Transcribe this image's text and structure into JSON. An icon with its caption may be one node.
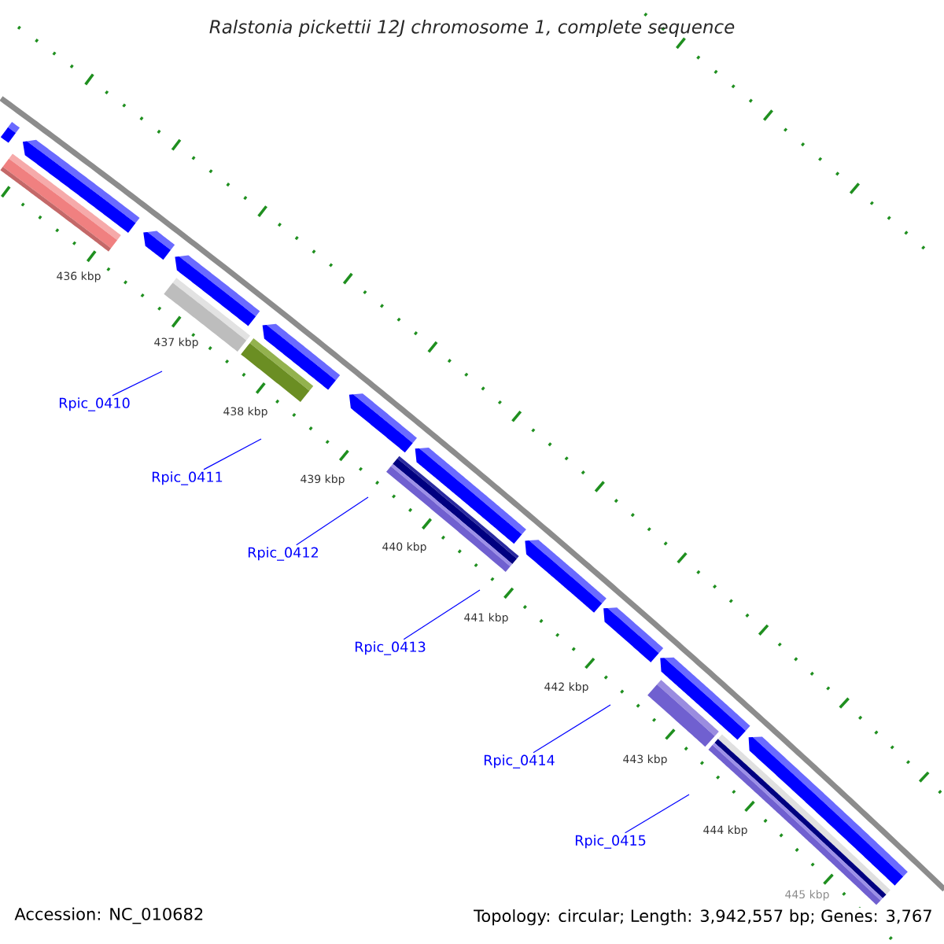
{
  "diagram": {
    "title": "Ralstonia pickettii 12J chromosome 1, complete sequence",
    "nodes": [
      {
        "text": [
          "Rpic_0410"
        ]
      },
      {
        "text": [
          "Rpic_0411"
        ]
      },
      {
        "text": [
          "Rpic_0412"
        ]
      },
      {
        "text": [
          "Rpic_0413"
        ]
      },
      {
        "text": [
          "Rpic_0414"
        ]
      },
      {
        "text": [
          "Rpic_0415"
        ]
      }
    ],
    "edges": [
      {
        "from": 0,
        "to": null,
        "arrow": "none"
      },
      {
        "from": 1,
        "to": null,
        "arrow": "none"
      },
      {
        "from": 2,
        "to": null,
        "arrow": "none"
      },
      {
        "from": 3,
        "to": null,
        "arrow": "none"
      },
      {
        "from": 4,
        "to": null,
        "arrow": "none"
      },
      {
        "from": 5,
        "to": null,
        "arrow": "none"
      }
    ],
    "labels": [
      "436 kbp",
      "437 kbp",
      "438 kbp",
      "439 kbp",
      "440 kbp",
      "441 kbp",
      "442 kbp",
      "443 kbp",
      "444 kbp",
      "445 kbp",
      "Accession: NC_010682",
      "Topology: circular; Length: 3,942,557 bp; Genes: 3,767"
    ]
  }
}
